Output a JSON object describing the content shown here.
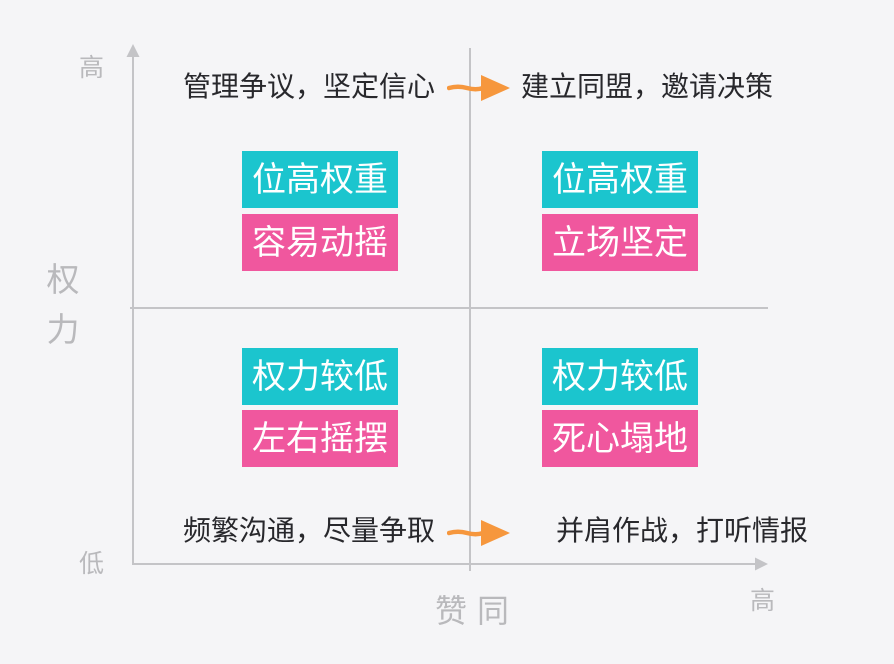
{
  "colors": {
    "background": "#f5f5f7",
    "axis_line": "#c4c4c7",
    "axis_label": "#b9b9bc",
    "annotation_text": "#28282c",
    "box_cyan": "#1bc5ce",
    "box_pink": "#f0579e",
    "box_text": "#ffffff",
    "arrow_orange": "#f6973d"
  },
  "axes": {
    "y_axis": {
      "label": "权力",
      "top_label": "高",
      "bottom_label": "低"
    },
    "x_axis": {
      "label": "赞同",
      "right_label": "高"
    }
  },
  "annotations": {
    "top_left": "管理争议，坚定信心",
    "top_right": "建立同盟，邀请决策",
    "bottom_left": "频繁沟通，尽量争取",
    "bottom_right": "并肩作战，打听情报"
  },
  "quadrants": [
    {
      "id": "top-left",
      "line1": "位高权重",
      "line2": "容易动摇"
    },
    {
      "id": "top-right",
      "line1": "位高权重",
      "line2": "立场坚定"
    },
    {
      "id": "bottom-left",
      "line1": "权力较低",
      "line2": "左右摇摆"
    },
    {
      "id": "bottom-right",
      "line1": "权力较低",
      "line2": "死心塌地"
    }
  ]
}
